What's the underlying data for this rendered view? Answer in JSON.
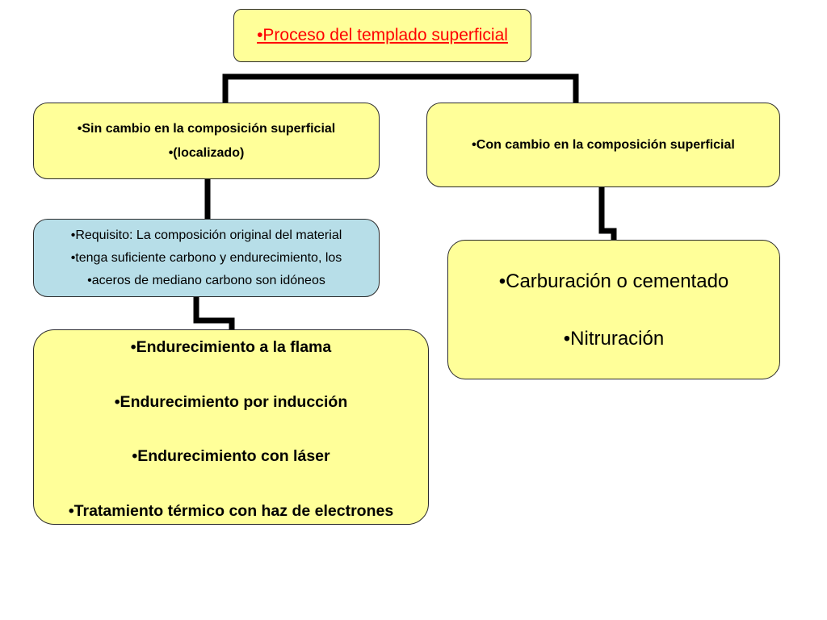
{
  "root": {
    "title": "•Proceso del templado superficial"
  },
  "left_branch": {
    "lines": [
      "•Sin cambio en la composición superficial",
      "•(localizado)"
    ]
  },
  "right_branch": {
    "lines": [
      "•Con cambio en la composición superficial"
    ]
  },
  "requirement": {
    "lines": [
      "•Requisito: La composición original del material",
      "•tenga suficiente carbono y endurecimiento, los",
      "•aceros de mediano carbono son idóneos"
    ]
  },
  "methods": {
    "items": [
      "•Endurecimiento a la flama",
      "•Endurecimiento por inducción",
      "•Endurecimiento con láser",
      "•Tratamiento térmico con haz de electrones"
    ]
  },
  "chemical": {
    "items": [
      "•Carburación o cementado",
      "•Nitruración"
    ]
  },
  "colors": {
    "box_fill_yellow": "#ffff99",
    "box_fill_cyan": "#b7dee8",
    "title_text": "#ff0000",
    "connector": "#000000"
  }
}
